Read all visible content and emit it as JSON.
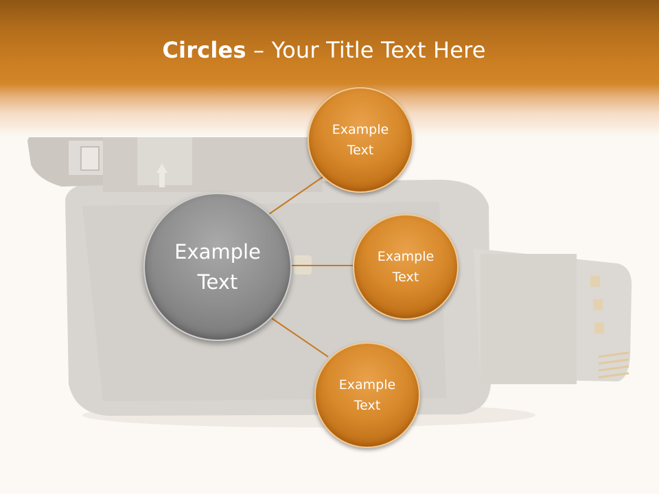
{
  "slide": {
    "title_bold": "Circles",
    "title_rest": " – Your Title Text Here"
  },
  "center_circle": {
    "line1": "Example",
    "line2": "Text"
  },
  "outer_circles": [
    {
      "line1": "Example",
      "line2": "Text"
    },
    {
      "line1": "Example",
      "line2": "Text"
    },
    {
      "line1": "Example",
      "line2": "Text"
    }
  ],
  "colors": {
    "header_orange": "#cb7e22",
    "circle_orange": "#d88a2c",
    "circle_gray": "#8e8e8e",
    "connector": "#c47a22",
    "background": "#fcf9f4"
  }
}
